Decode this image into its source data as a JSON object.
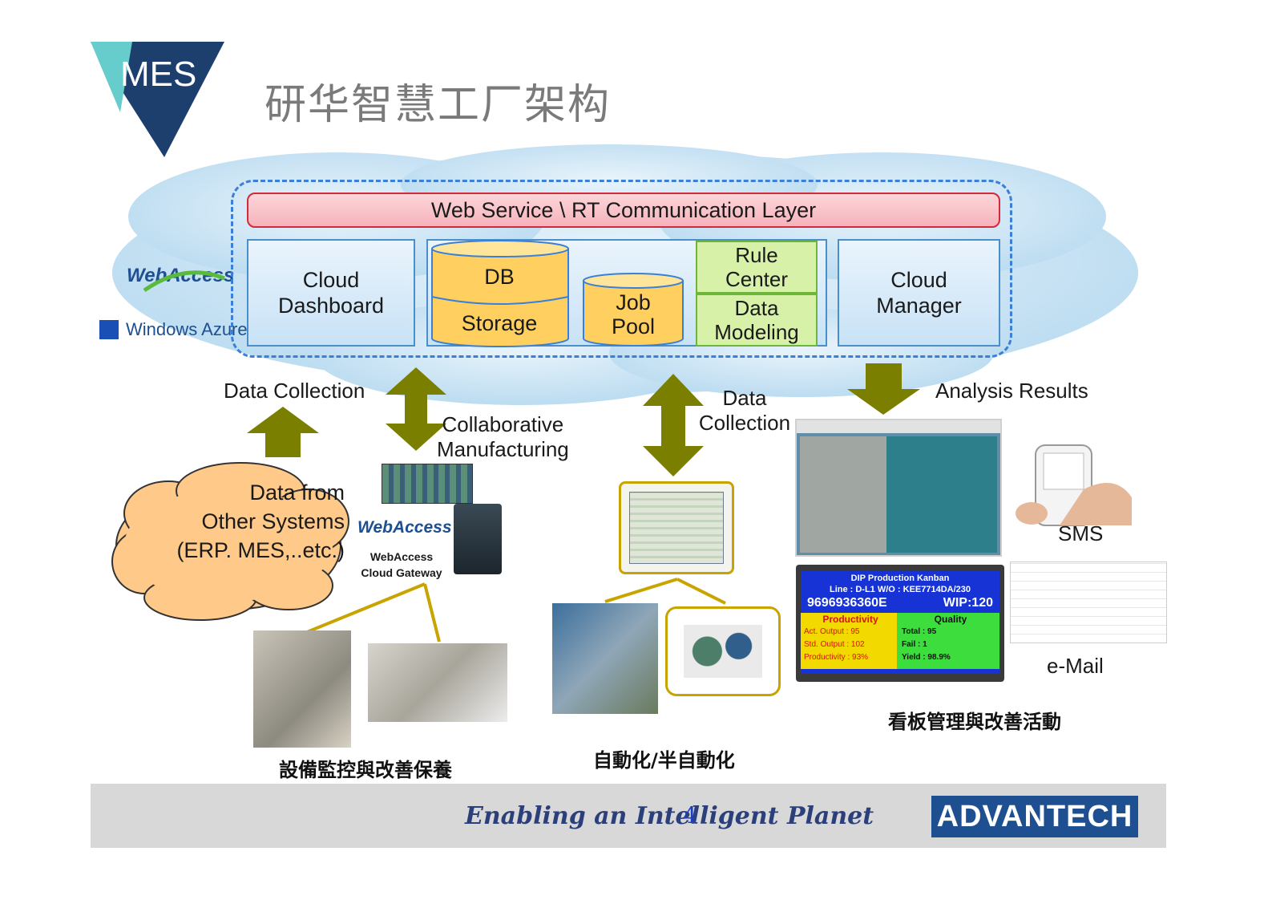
{
  "logo": {
    "badge": "MES"
  },
  "title": "研华智慧工厂架构",
  "cloud_layer": {
    "top_bar": "Web Service \\ RT Communication Layer",
    "cloud_dashboard": [
      "Cloud",
      "Dashboard"
    ],
    "db": "DB",
    "storage": "Storage",
    "job_pool": [
      "Job",
      "Pool"
    ],
    "rule_center": [
      "Rule",
      "Center"
    ],
    "data_modeling": [
      "Data",
      "Modeling"
    ],
    "cloud_manager": [
      "Cloud",
      "Manager"
    ]
  },
  "brands": {
    "webaccess": "WebAccess",
    "windows_azure": "Windows Azure"
  },
  "labels": {
    "data_collection_left": "Data Collection",
    "collaborative": [
      "Collaborative",
      "Manufacturing"
    ],
    "data_collection_mid": [
      "Data",
      "Collection"
    ],
    "analysis_results": "Analysis Results",
    "other_systems": [
      "Data from",
      "Other Systems",
      "(ERP. MES,..etc.)"
    ],
    "gateway_brand": "WebAccess",
    "gateway_caption": [
      "WebAccess",
      "Cloud Gateway"
    ],
    "sms": "SMS",
    "email": "e-Mail"
  },
  "kanban": {
    "title": "DIP Production Kanban",
    "line": "Line : D-L1   W/O : KEE7714DA/230",
    "code": "9696936360E",
    "wip": "WIP:120",
    "productivity_title": "Productivity",
    "productivity": [
      "Act. Output : 95",
      "Std. Output : 102",
      "Productivity : 93%"
    ],
    "quality_title": "Quality",
    "quality": [
      "Total : 95",
      "Fail : 1",
      "Yield : 98.9%"
    ]
  },
  "captions": {
    "equipment": "設備監控與改善保養",
    "automation": "自動化/半自動化",
    "kanban": "看板管理與改善活動"
  },
  "footer": {
    "tagline": "Enabling an Intelligent Planet",
    "page_number": "4",
    "brand": "ADVANTECH"
  },
  "colors": {
    "accent_blue": "#3a7fd8",
    "arrow_olive": "#7a7f00",
    "cylinder_yellow": "#ffd060",
    "green_box": "#d7f2a8",
    "cloud_orange": "#ffc98a"
  }
}
